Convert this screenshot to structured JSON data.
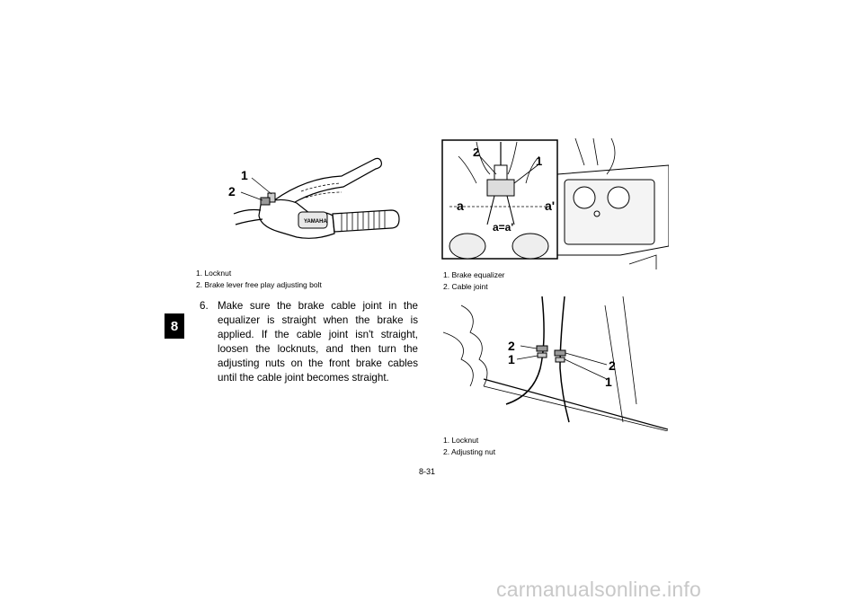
{
  "chapter_tab": "8",
  "figure1": {
    "callouts": [
      "1",
      "2"
    ],
    "captions": [
      "1. Locknut",
      "2. Brake lever free play adjusting bolt"
    ]
  },
  "figure2": {
    "callouts": [
      "2",
      "1",
      "a",
      "a'",
      "a=a'"
    ],
    "captions": [
      "1. Brake equalizer",
      "2. Cable joint"
    ]
  },
  "figure3": {
    "callouts": [
      "2",
      "1",
      "2",
      "1"
    ],
    "captions": [
      "1. Locknut",
      "2. Adjusting nut"
    ]
  },
  "step": {
    "number": "6.",
    "text": "Make sure the brake cable joint in the equalizer is straight when the brake is applied. If the cable joint isn't straight, loosen the locknuts, and then turn the adjusting nuts on the front brake cables until the cable joint becomes straight."
  },
  "page_number": "8-31",
  "watermark": "carmanualsonline.info"
}
